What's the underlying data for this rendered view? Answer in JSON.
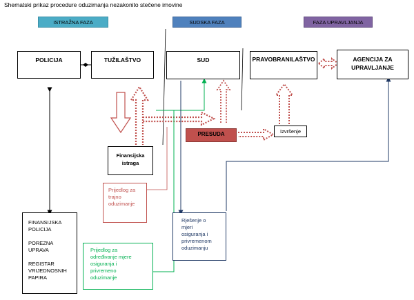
{
  "title": "Shematski prikaz procedure oduzimanja nezakonito stečene imovine",
  "phases": {
    "istrazna": "ISTRAŽNA FAZA",
    "sudska": "SUDSKA FAZA",
    "upravljanja": "FAZA UPRAVLJANJA"
  },
  "boxes": {
    "policija": "POLICIJA",
    "tuzilastvo": "TUŽILAŠTVO",
    "sud": "SUD",
    "pravobranilastvo": "PRAVOBRANILAŠTVO",
    "agencija_line1": "AGENCIJA ZA",
    "agencija_line2": "UPRAVLJANJE",
    "presuda": "PRESUDA",
    "izvrsenje": "Izvršenje",
    "finansijska_line1": "Finansijska",
    "finansijska_line2": "istraga",
    "prijedlog_trajno": [
      "Prijedlog za",
      "trajno",
      "oduzimanje"
    ],
    "prijedlog_mjere": [
      "Prijedlog za",
      "određivanje mjere",
      "osiguranja i",
      "privremeno",
      "oduzimanje"
    ],
    "rjesenje": [
      "Rješenje o",
      "mjeri",
      "osiguranja i",
      "privremenom",
      "oduzimanju"
    ],
    "institucije": {
      "finansijska_policija": [
        "FINANSIJSKA",
        "POLICIJA"
      ],
      "poreska_uprava": [
        "POREZNA",
        "UPRAVA"
      ],
      "registar": [
        "REGISTAR",
        "VRIJEDNOSNIH",
        "PAPIRA"
      ]
    }
  },
  "colors": {
    "istrazna_fill": "#4bacc6",
    "sudska_fill": "#4f81bd",
    "upravljanja_fill": "#8064a2",
    "red": "#c0504d",
    "green": "#00b050",
    "navy": "#1f3864"
  }
}
